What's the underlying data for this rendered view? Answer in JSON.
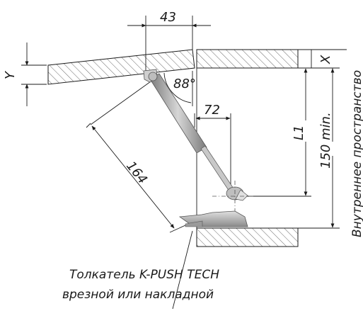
{
  "labels": {
    "dim_43": "43",
    "dim_88": "88°",
    "dim_72": "72",
    "dim_164": "164",
    "dim_L1": "L1",
    "dim_150": "150 min.",
    "dim_X": "X",
    "dim_Y": "Y",
    "inner_space": "Внутреннее пространство",
    "caption_line1": "Толкатель K-PUSH TECH",
    "caption_line2": "врезной или накладной"
  },
  "colors": {
    "line": "#1a1a1a",
    "hatch": "#444444",
    "strut": "#a8a8a8"
  }
}
